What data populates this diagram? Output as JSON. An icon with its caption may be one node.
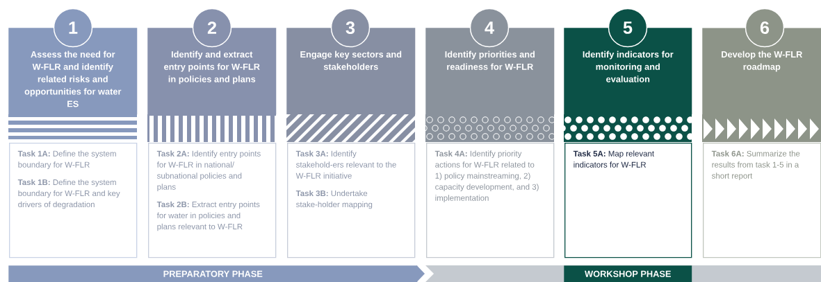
{
  "diagram": {
    "nodes": [
      {
        "text": [
          "1"
        ]
      },
      {
        "text": [
          "Assess the need for W-FLR and identify related risks and opportunities for water ES"
        ]
      },
      {
        "text": [
          "**Task 1A:** Define the system boundary for W-FLR",
          "**Task 1B:** Define the system boundary for W-FLR and key drivers of degradation"
        ]
      },
      {
        "text": [
          "2"
        ]
      },
      {
        "text": [
          "Identify and extract entry points for W-FLR in policies and plans"
        ]
      },
      {
        "text": [
          "**Task 2A:** Identify entry points for W-FLR in national/ subnational policies and plans",
          "**Task 2B:** Extract entry points for water in policies and plans relevant to W-FLR"
        ]
      },
      {
        "text": [
          "3"
        ]
      },
      {
        "text": [
          "Engage key sectors and stakeholders"
        ]
      },
      {
        "text": [
          "**Task 3A:** Identify stakehold-ers relevant to the W-FLR initiative",
          "**Task 3B:** Undertake stake-holder mapping"
        ]
      },
      {
        "text": [
          "4"
        ]
      },
      {
        "text": [
          "Identify priorities and readiness for W-FLR"
        ]
      },
      {
        "text": [
          "**Task 4A:** Identify priority actions for W-FLR related to 1) policy mainstreaming, 2) capacity development, and 3) implementation"
        ]
      },
      {
        "text": [
          "5"
        ]
      },
      {
        "text": [
          "Identify indicators for monitoring and evaluation"
        ]
      },
      {
        "text": [
          "**Task 5A:** Map relevant indicators for W-FLR"
        ]
      },
      {
        "text": [
          "6"
        ]
      },
      {
        "text": [
          "Develop the W-FLR roadmap"
        ]
      },
      {
        "text": [
          "**Task 6A:** Summarize the results from task 1-5 in a short report"
        ]
      },
      {
        "text": [
          "PREPARATORY PHASE"
        ]
      },
      {
        "text": [
          "WORKSHOP PHASE"
        ]
      }
    ]
  }
}
